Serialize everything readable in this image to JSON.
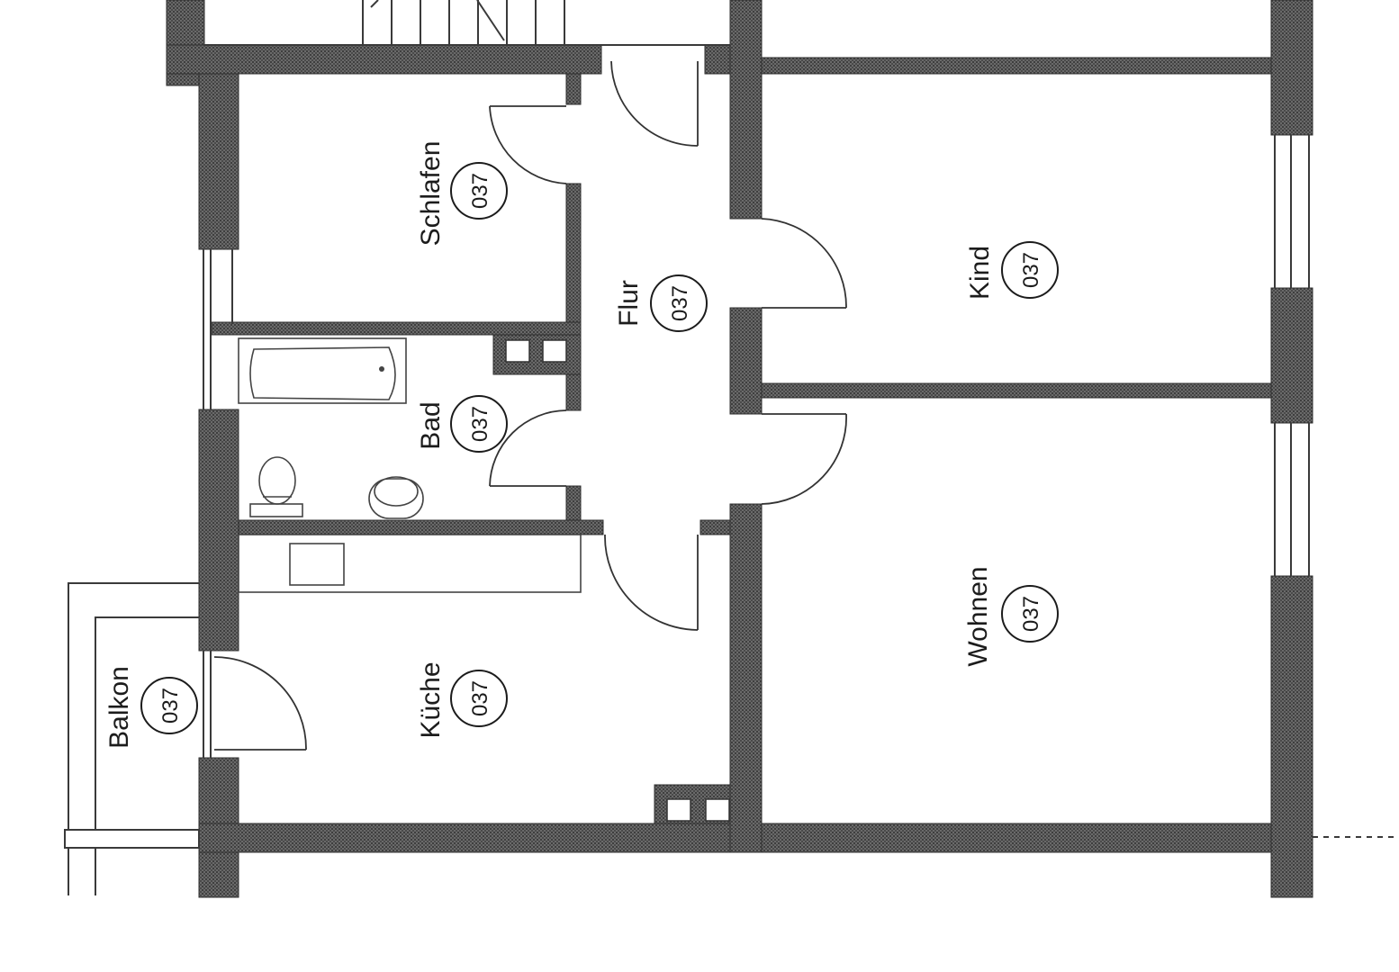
{
  "rooms": [
    {
      "key": "schlafen",
      "label": "Schlafen",
      "number": "037"
    },
    {
      "key": "flur",
      "label": "Flur",
      "number": "037"
    },
    {
      "key": "kind",
      "label": "Kind",
      "number": "037"
    },
    {
      "key": "bad",
      "label": "Bad",
      "number": "037"
    },
    {
      "key": "wohnen",
      "label": "Wohnen",
      "number": "037"
    },
    {
      "key": "kueche",
      "label": "Küche",
      "number": "037"
    },
    {
      "key": "balkon",
      "label": "Balkon",
      "number": "037"
    }
  ],
  "colors": {
    "wall": "#5a5a5a",
    "line": "#333333",
    "background": "#ffffff"
  }
}
